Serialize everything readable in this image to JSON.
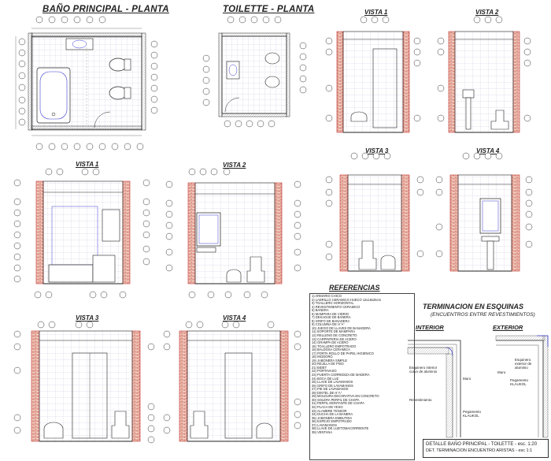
{
  "titles": {
    "bano_planta": "BAÑO PRINCIPAL - PLANTA",
    "toilette_planta": "TOILETTE - PLANTA",
    "t_vista1": "VISTA 1",
    "t_vista2": "VISTA 2",
    "b_vista1": "VISTA 1",
    "b_vista2": "VISTA 2",
    "t_vista3": "VISTA 3",
    "t_vista4": "VISTA 4",
    "b_vista3": "VISTA 3",
    "b_vista4": "VISTA 4",
    "referencias": "REFERENCIAS",
    "terminacion": "TERMINACION EN ESQUINAS",
    "terminacion_sub": "(ENCUENTROS ENTRE REVESTIMIENTOS)",
    "interior": "INTERIOR",
    "exterior": "EXTERIOR"
  },
  "detail_labels": {
    "int_revestimiento": "Revestimiento",
    "int_esquinero": "Esquinero interior curvo de aluminio",
    "int_muro": "Muro",
    "int_pegamento": "Pegamento KLAUKOL",
    "ext_esquinero": "Esquinero exterior de aluminio",
    "ext_muro": "Muro",
    "ext_pegamento": "Pegamento KLAUKOL"
  },
  "references": [
    "1) ARMARIO CHICO",
    "2) LADRILLO CERAMICO HUECO 12x18x25cm",
    "3) TOALLERO HORIZONTAL",
    "4) REVESTIMIENTO CERAMICO",
    "5) BAÑERA",
    "6) MAMPARA DE VIDRIO",
    "7) DESAGÜE DE BAÑERA",
    "8) GRIFO DE BAÑADERA",
    "9) COLUMNA DE H°A°",
    "10) JUEGO DE LLAVES DE BAÑADERA",
    "11) SOPORTE DE MAMPARA",
    "12) RELLENO DE CONCRETO",
    "13) CARPINTERIA DE ACERO",
    "14) GRAMPA DE ACERO",
    "15) TOALLERO EMPOTRADO",
    "16) BALDOSA CERAMICA",
    "17) PORTA ROLLO DE PAPEL HIGIENICO",
    "18) INODORO",
    "19) JABONERA SIMPLE",
    "20) REJILLA DE PISO",
    "21) BIDET",
    "22) PORTAVASO",
    "23) PUERTA CORREDIZA DE MADERA",
    "24) BOCA DE LUZ",
    "25) LLAVE DE LAVAMANOS",
    "26) GRIFO DE LAVAMANOS",
    "27) PIE DE LAVAMANOS",
    "28) DINTEL DE H°A°",
    "29) MOLDURA DECORATIVA EN CONCRETO",
    "30) SOLERA PERFIL DE CHAPA",
    "31) PERFIL MONTANTE DE CHAPA",
    "32) PLACA DE YESO",
    "33) ALAMBRE TENSOR",
    "34) DUCHA DE LA BAÑERA",
    "35) JABONERA EMBUTIDA",
    "36) ESPEJO EMPOTRADO",
    "37) LAVAMANOS",
    "38) LLAVE DE LUZ/TOMACORRIENTE",
    "39) VENTANA"
  ],
  "title_block": {
    "line1": "DETALLE BAÑO PRINCIPAL - TOILETTE - esc. 1:20",
    "line2": "DET. TERMINACION ENCUENTRO ARISTAS - esc 1:1"
  },
  "colors": {
    "brick": "#c0302a",
    "wall_fill": "#f3d6c8",
    "grid": "#c8c8e0",
    "dim": "#555555",
    "line": "#1a1a1a",
    "accent": "#3b3bd0"
  }
}
